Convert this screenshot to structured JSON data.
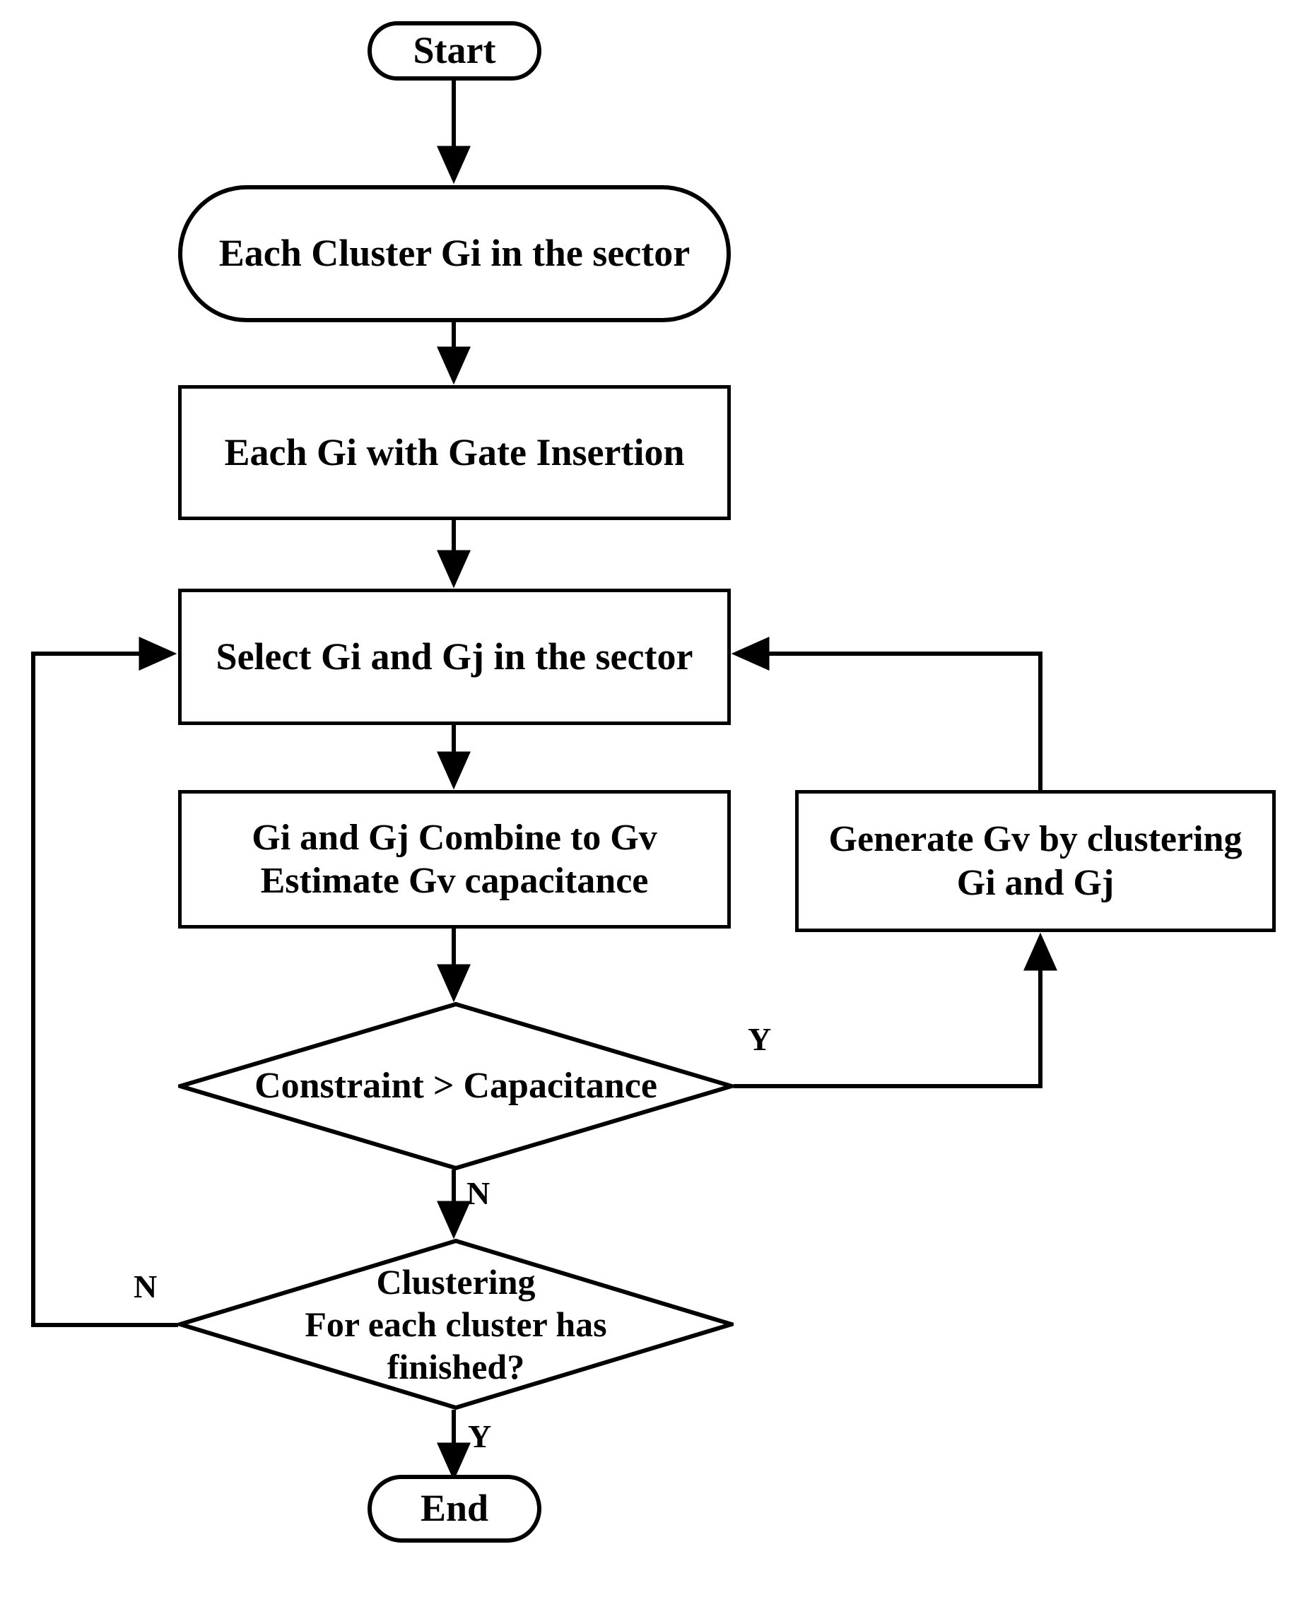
{
  "diagram": {
    "type": "flowchart",
    "title": "",
    "nodes": [
      {
        "id": "start",
        "shape": "stadium",
        "text": "Start"
      },
      {
        "id": "each_cluster",
        "shape": "stadium",
        "text": "Each Cluster Gi in the sector"
      },
      {
        "id": "gate_insertion",
        "shape": "rectangle",
        "text": "Each Gi with Gate Insertion"
      },
      {
        "id": "select",
        "shape": "rectangle",
        "text": "Select Gi and Gj in the sector"
      },
      {
        "id": "combine",
        "shape": "rectangle",
        "text": "Gi and Gj Combine to Gv\nEstimate Gv capacitance"
      },
      {
        "id": "generate",
        "shape": "rectangle",
        "text": "Generate Gv by clustering\nGi and Gj"
      },
      {
        "id": "constraint",
        "shape": "diamond",
        "text": "Constraint > Capacitance"
      },
      {
        "id": "finished",
        "shape": "diamond",
        "text": "Clustering\nFor each cluster has\nfinished?"
      },
      {
        "id": "end",
        "shape": "stadium",
        "text": "End"
      }
    ],
    "edge_labels": {
      "constraint_yes": "Y",
      "constraint_no": "N",
      "finished_no": "N",
      "finished_yes": "Y"
    },
    "colors": {
      "stroke": "#000000",
      "fill": "#ffffff",
      "text": "#000000"
    }
  }
}
